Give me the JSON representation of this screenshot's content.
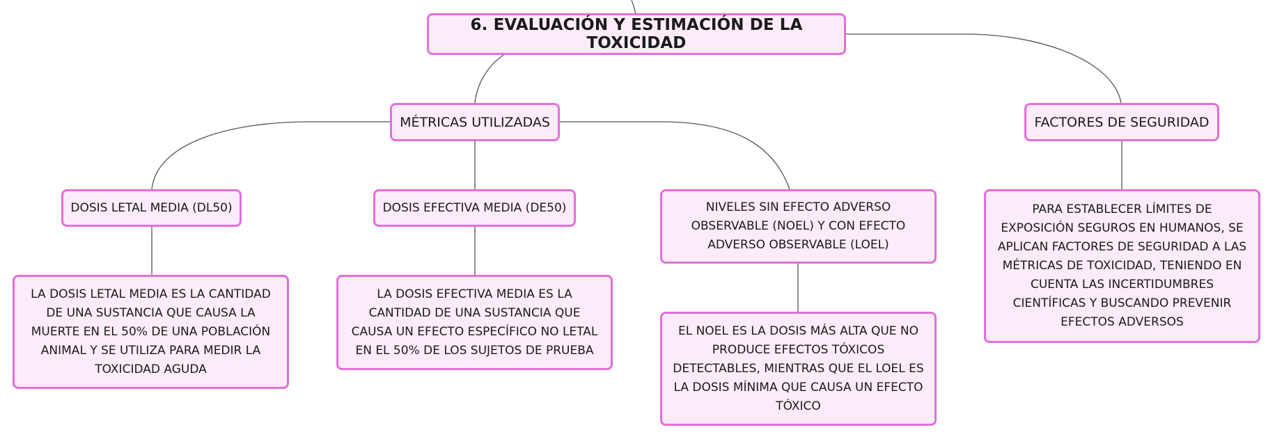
{
  "diagram": {
    "root": {
      "label": "6. EVALUACIÓN Y ESTIMACIÓN DE LA TOXICIDAD"
    },
    "metricas": {
      "label": "MÉTRICAS UTILIZADAS"
    },
    "factores": {
      "label": "FACTORES DE SEGURIDAD"
    },
    "dl50": {
      "label": "DOSIS LETAL MEDIA (DL50)"
    },
    "de50": {
      "label": "DOSIS EFECTIVA MEDIA (DE50)"
    },
    "noel": {
      "label": "NIVELES SIN EFECTO ADVERSO OBSERVABLE (NOEL) Y CON EFECTO ADVERSO OBSERVABLE (LOEL)"
    },
    "dl50_desc": {
      "label": "LA DOSIS LETAL MEDIA ES LA CANTIDAD DE UNA SUSTANCIA QUE CAUSA LA MUERTE EN EL 50% DE UNA POBLACIÓN ANIMAL Y SE UTILIZA PARA MEDIR LA TOXICIDAD AGUDA"
    },
    "de50_desc": {
      "label": "LA DOSIS EFECTIVA MEDIA ES LA CANTIDAD DE UNA SUSTANCIA QUE CAUSA UN EFECTO ESPECÍFICO NO LETAL EN EL 50% DE LOS SUJETOS DE PRUEBA"
    },
    "noel_desc": {
      "label": "EL NOEL ES LA DOSIS MÁS ALTA QUE NO PRODUCE EFECTOS TÓXICOS DETECTABLES, MIENTRAS QUE EL LOEL ES LA DOSIS MÍNIMA QUE CAUSA UN EFECTO TÓXICO"
    },
    "factores_desc": {
      "label": "PARA ESTABLECER LÍMITES DE EXPOSICIÓN SEGUROS EN HUMANOS, SE APLICAN FACTORES DE SEGURIDAD A LAS MÉTRICAS DE TOXICIDAD, TENIENDO EN CUENTA LAS INCERTIDUMBRES CIENTÍFICAS Y BUSCANDO PREVENIR EFECTOS ADVERSOS"
    }
  },
  "colors": {
    "node_fill": "#fcebf8",
    "node_border": "#e26fd9",
    "connector": "#555555"
  }
}
